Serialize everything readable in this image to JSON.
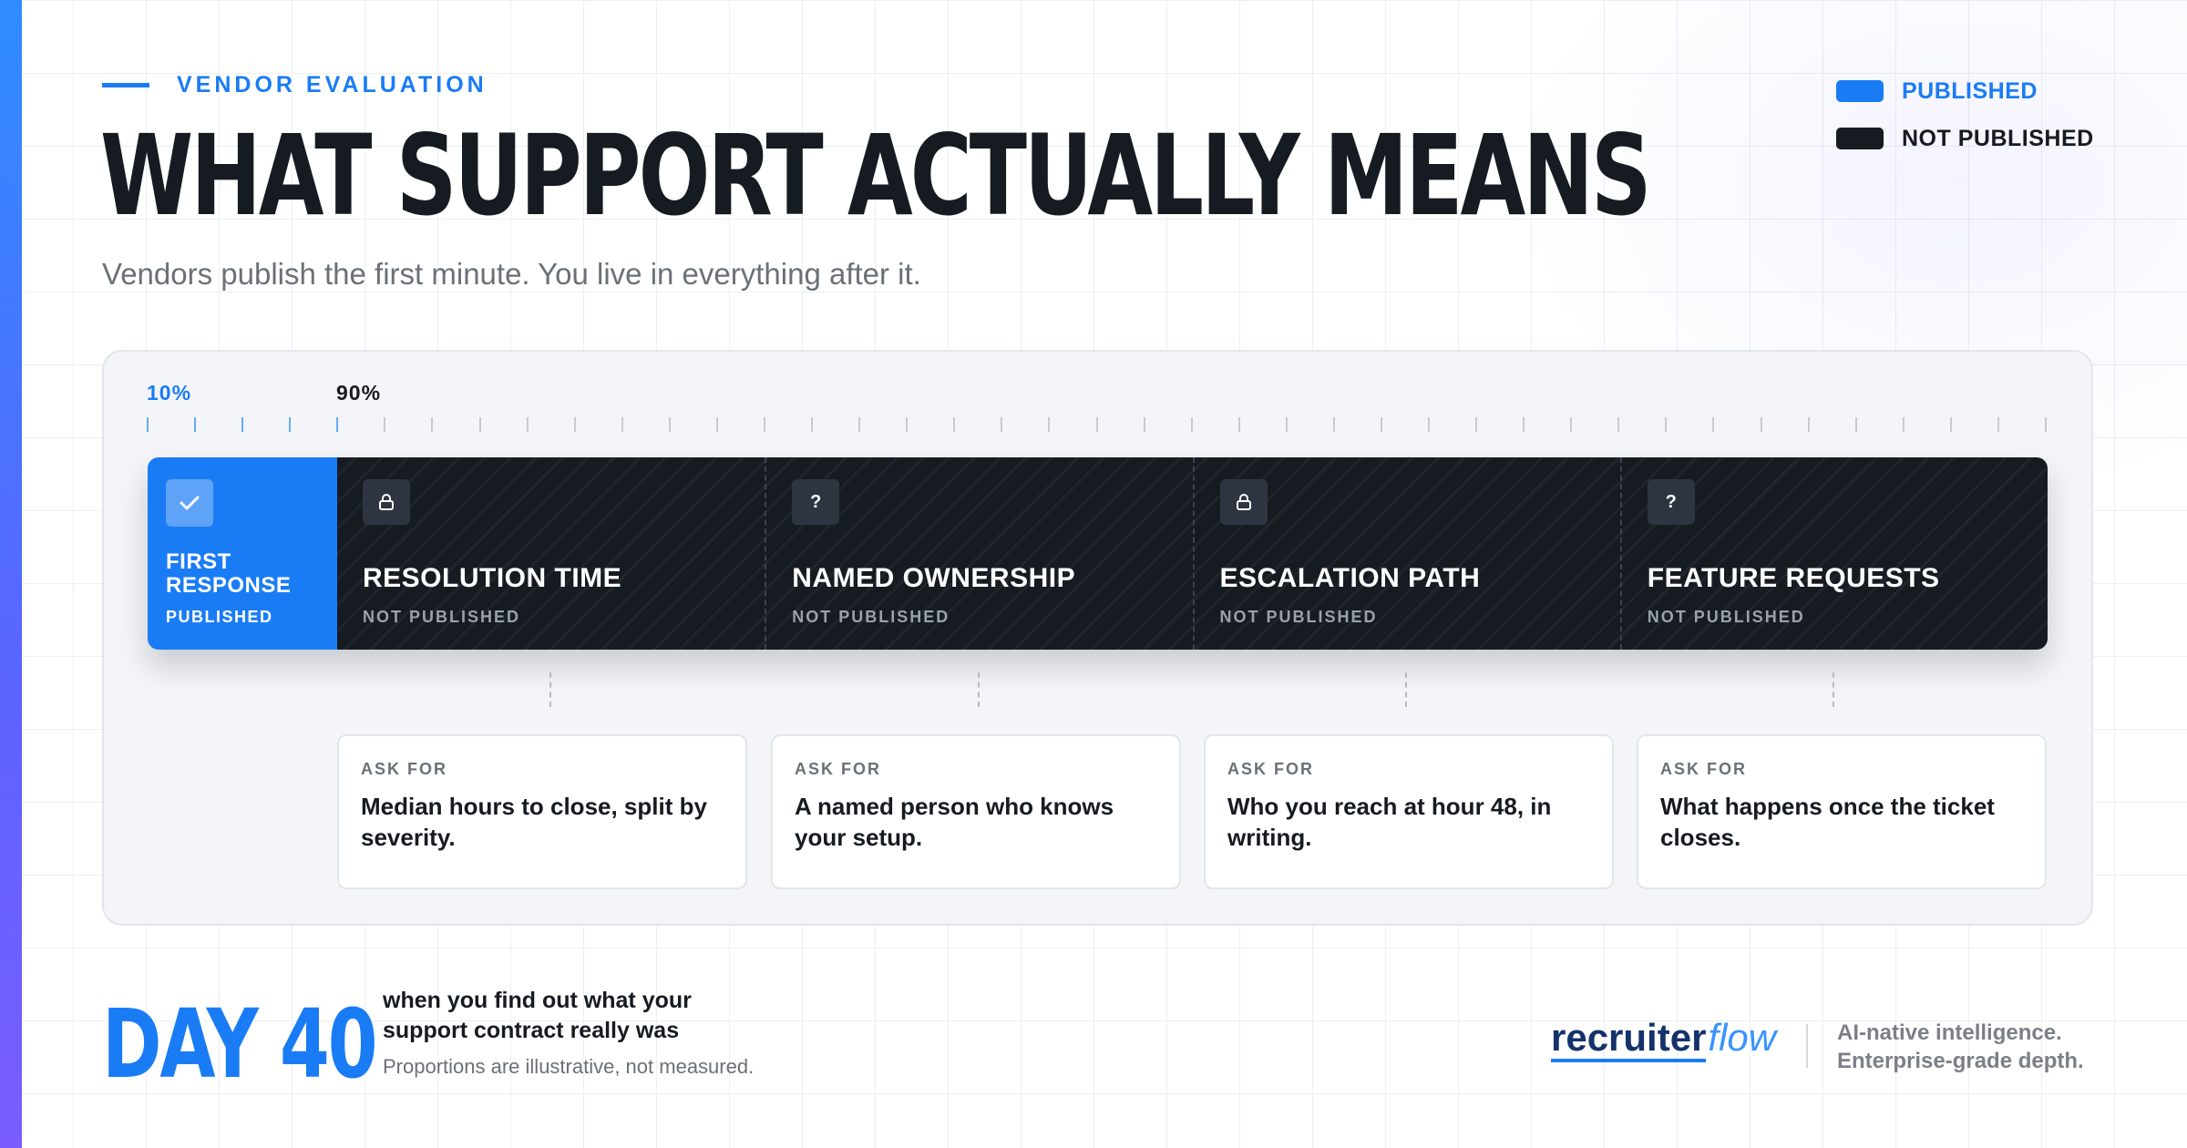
{
  "eyebrow": "VENDOR EVALUATION",
  "title": "WHAT SUPPORT ACTUALLY MEANS",
  "subtitle": "Vendors publish the first minute. You live in everything after it.",
  "legend": {
    "published": "PUBLISHED",
    "not_published": "NOT PUBLISHED",
    "published_color": "#1a7cf5",
    "not_published_color": "#161b22"
  },
  "scale": {
    "first_pct": "10%",
    "rest_pct": "90%",
    "first_share": 0.1,
    "rest_share": 0.9
  },
  "segments": [
    {
      "title": "FIRST RESPONSE",
      "status": "PUBLISHED",
      "icon": "check-icon"
    },
    {
      "title": "RESOLUTION TIME",
      "status": "NOT PUBLISHED",
      "icon": "lock-icon"
    },
    {
      "title": "NAMED OWNERSHIP",
      "status": "NOT PUBLISHED",
      "icon": "question-icon",
      "icon_glyph": "?"
    },
    {
      "title": "ESCALATION PATH",
      "status": "NOT PUBLISHED",
      "icon": "lock-icon"
    },
    {
      "title": "FEATURE REQUESTS",
      "status": "NOT PUBLISHED",
      "icon": "question-icon",
      "icon_glyph": "?"
    }
  ],
  "cards": [
    {
      "label": "ASK FOR",
      "text": "Median hours to close, split by severity."
    },
    {
      "label": "ASK FOR",
      "text": "A named person who knows your setup."
    },
    {
      "label": "ASK FOR",
      "text": "Who you reach at hour 48, in writing."
    },
    {
      "label": "ASK FOR",
      "text": "What happens once the ticket closes."
    }
  ],
  "footer": {
    "day": "DAY 40",
    "day_caption": "when you find out what your support contract really was",
    "footnote": "Proportions are illustrative, not measured.",
    "brand_a": "recruiter",
    "brand_b": "flow",
    "tagline": "AI-native intelligence. Enterprise-grade depth."
  },
  "colors": {
    "accent": "#1a7cf5",
    "dark": "#161b22",
    "muted": "#6b7078"
  }
}
